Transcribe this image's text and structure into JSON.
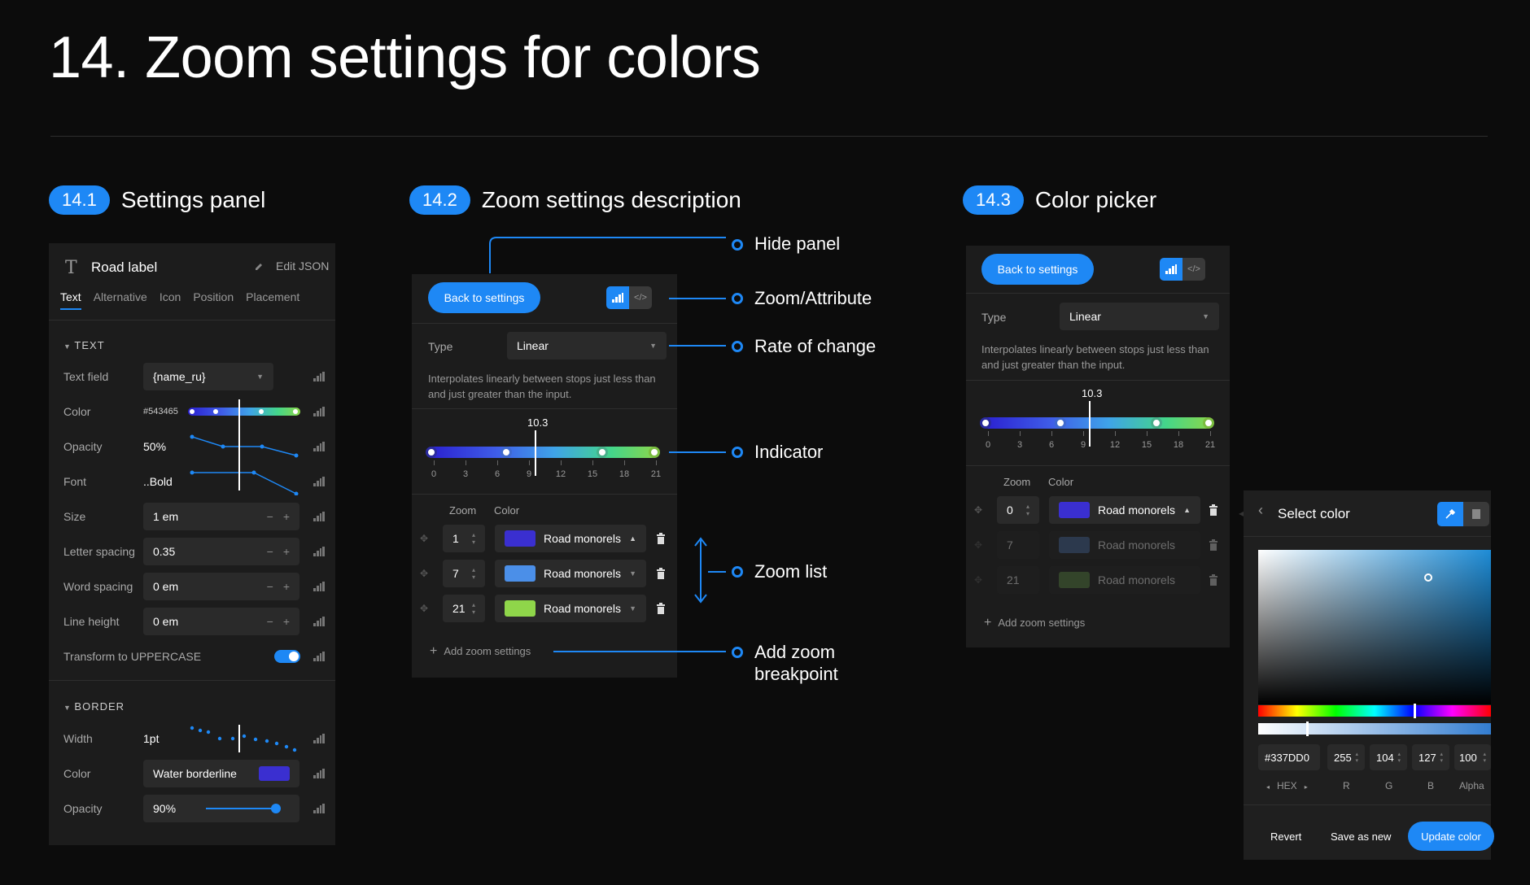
{
  "page_title": "14. Zoom settings for colors",
  "sections": {
    "s1": {
      "num": "14.1",
      "title": "Settings panel"
    },
    "s2": {
      "num": "14.2",
      "title": "Zoom settings description"
    },
    "s3": {
      "num": "14.3",
      "title": "Color picker"
    }
  },
  "settings_panel": {
    "title": "Road label",
    "edit_json": "Edit JSON",
    "tabs": [
      "Text",
      "Alternative",
      "Icon",
      "Position",
      "Placement"
    ],
    "text_section": "TEXT",
    "rows": {
      "text_field": {
        "label": "Text field",
        "value": "{name_ru}"
      },
      "color": {
        "label": "Color",
        "value": "#543465"
      },
      "opacity": {
        "label": "Opacity",
        "value": "50%"
      },
      "font": {
        "label": "Font",
        "value": "..Bold"
      },
      "size": {
        "label": "Size",
        "value": "1 em"
      },
      "letter_spacing": {
        "label": "Letter spacing",
        "value": "0.35"
      },
      "word_spacing": {
        "label": "Word spacing",
        "value": "0 em"
      },
      "line_height": {
        "label": "Line height",
        "value": "0 em"
      },
      "uppercase": {
        "label": "Transform to UPPERCASE",
        "enabled": true
      }
    },
    "border_section": "BORDER",
    "border": {
      "width": {
        "label": "Width",
        "value": "1pt"
      },
      "color": {
        "label": "Color",
        "value": "Water borderline"
      },
      "opacity": {
        "label": "Opacity",
        "value": "90%",
        "level": 0.9
      }
    }
  },
  "zoom_panel": {
    "back": "Back to settings",
    "type_label": "Type",
    "type_value": "Linear",
    "description": "Interpolates linearly between stops just less than and just greater than the input.",
    "indicator_value": "10.3",
    "ticks": [
      "0",
      "3",
      "6",
      "9",
      "12",
      "15",
      "18",
      "21"
    ],
    "zoom_header": "Zoom",
    "color_header": "Color",
    "stops": [
      {
        "zoom": "1",
        "color": "Road monorels",
        "swatch": "#3a2fd0"
      },
      {
        "zoom": "7",
        "color": "Road monorels",
        "swatch": "#4b8fe8"
      },
      {
        "zoom": "21",
        "color": "Road monorels",
        "swatch": "#8fd64a"
      }
    ],
    "add": "Add zoom settings"
  },
  "annotations": {
    "hide": "Hide panel",
    "zoom_attr": "Zoom/Attribute",
    "rate": "Rate of change",
    "indicator": "Indicator",
    "zoom_list": "Zoom list",
    "add_bp_1": "Add zoom",
    "add_bp_2": "breakpoint"
  },
  "picker_panel": {
    "back": "Back to settings",
    "type_label": "Type",
    "type_value": "Linear",
    "description": "Interpolates linearly between stops just less than and just greater than the input.",
    "indicator_value": "10.3",
    "ticks": [
      "0",
      "3",
      "6",
      "9",
      "12",
      "15",
      "18",
      "21"
    ],
    "zoom_header": "Zoom",
    "color_header": "Color",
    "stops": [
      {
        "zoom": "0",
        "color": "Road monorels",
        "swatch": "#3a2fd0"
      },
      {
        "zoom": "7",
        "color": "Road monorels",
        "swatch": "#2c3c55"
      },
      {
        "zoom": "21",
        "color": "Road monorels",
        "swatch": "#2e4a2c"
      }
    ],
    "add": "Add zoom settings"
  },
  "color_picker": {
    "title": "Select color",
    "hex": "#337DD0",
    "r": "255",
    "g": "104",
    "b": "127",
    "alpha": "100",
    "hex_label": "HEX",
    "r_label": "R",
    "g_label": "G",
    "b_label": "B",
    "alpha_label": "Alpha",
    "revert": "Revert",
    "save_new": "Save as new",
    "update": "Update color"
  },
  "colors": {
    "accent": "#1e88f5",
    "bg": "#0c0c0c",
    "panel": "#1c1c1c"
  }
}
